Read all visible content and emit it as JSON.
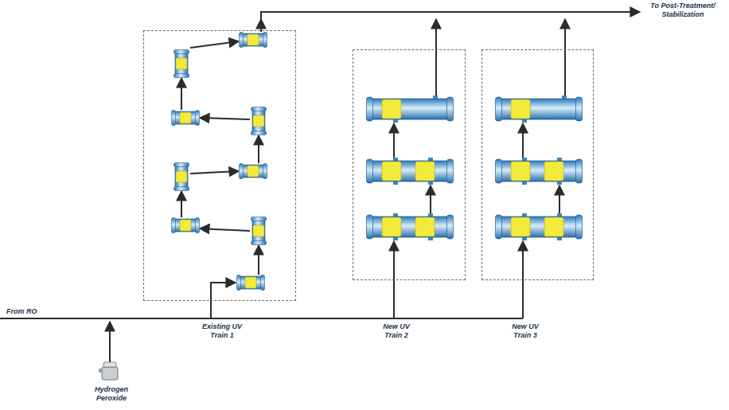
{
  "diagram": {
    "nodes": [
      {
        "text": [
          "Existing UV Train 1"
        ]
      },
      {
        "text": [
          "New UV Train 2"
        ]
      },
      {
        "text": [
          "New UV Train 3"
        ]
      }
    ],
    "labels": [
      "From RO",
      "Hydrogen Peroxide",
      "To Post-Treatment/ Stabilization"
    ]
  }
}
